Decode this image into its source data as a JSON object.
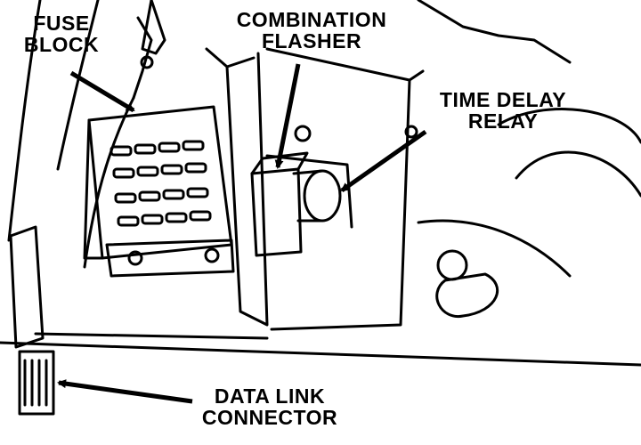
{
  "labels": {
    "fuse_block": {
      "line1": "FUSE",
      "line2": "BLOCK"
    },
    "combination_flasher": {
      "line1": "COMBINATION",
      "line2": "FLASHER"
    },
    "time_delay_relay": {
      "line1": "TIME DELAY",
      "line2": "RELAY"
    },
    "data_link_connector": {
      "line1": "DATA LINK",
      "line2": "CONNECTOR"
    }
  },
  "colors": {
    "ink": "#000000",
    "paper": "#ffffff"
  }
}
